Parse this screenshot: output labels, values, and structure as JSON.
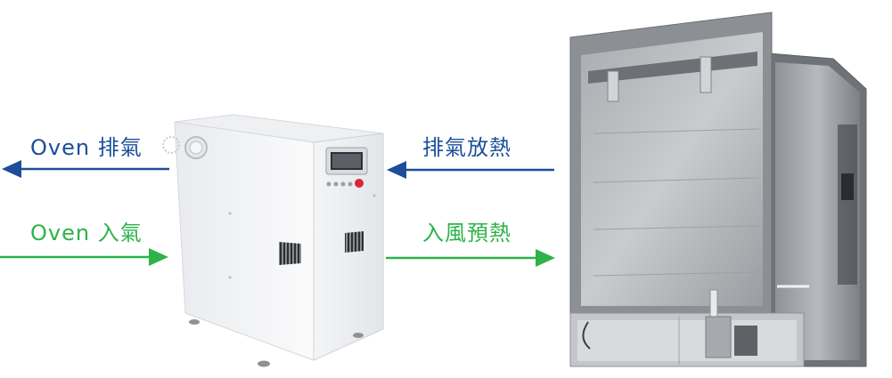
{
  "labels": {
    "oven_exhaust": "Oven 排氣",
    "oven_intake": "Oven 入氣",
    "exhaust_heat_release": "排氣放熱",
    "intake_preheat": "入風預熱"
  },
  "colors": {
    "exhaust": "#1c4e9a",
    "intake": "#2db34a",
    "background": "#ffffff"
  },
  "icons": {
    "heat_exchanger": "heat-recovery-unit-icon",
    "oven": "industrial-oven-icon"
  }
}
